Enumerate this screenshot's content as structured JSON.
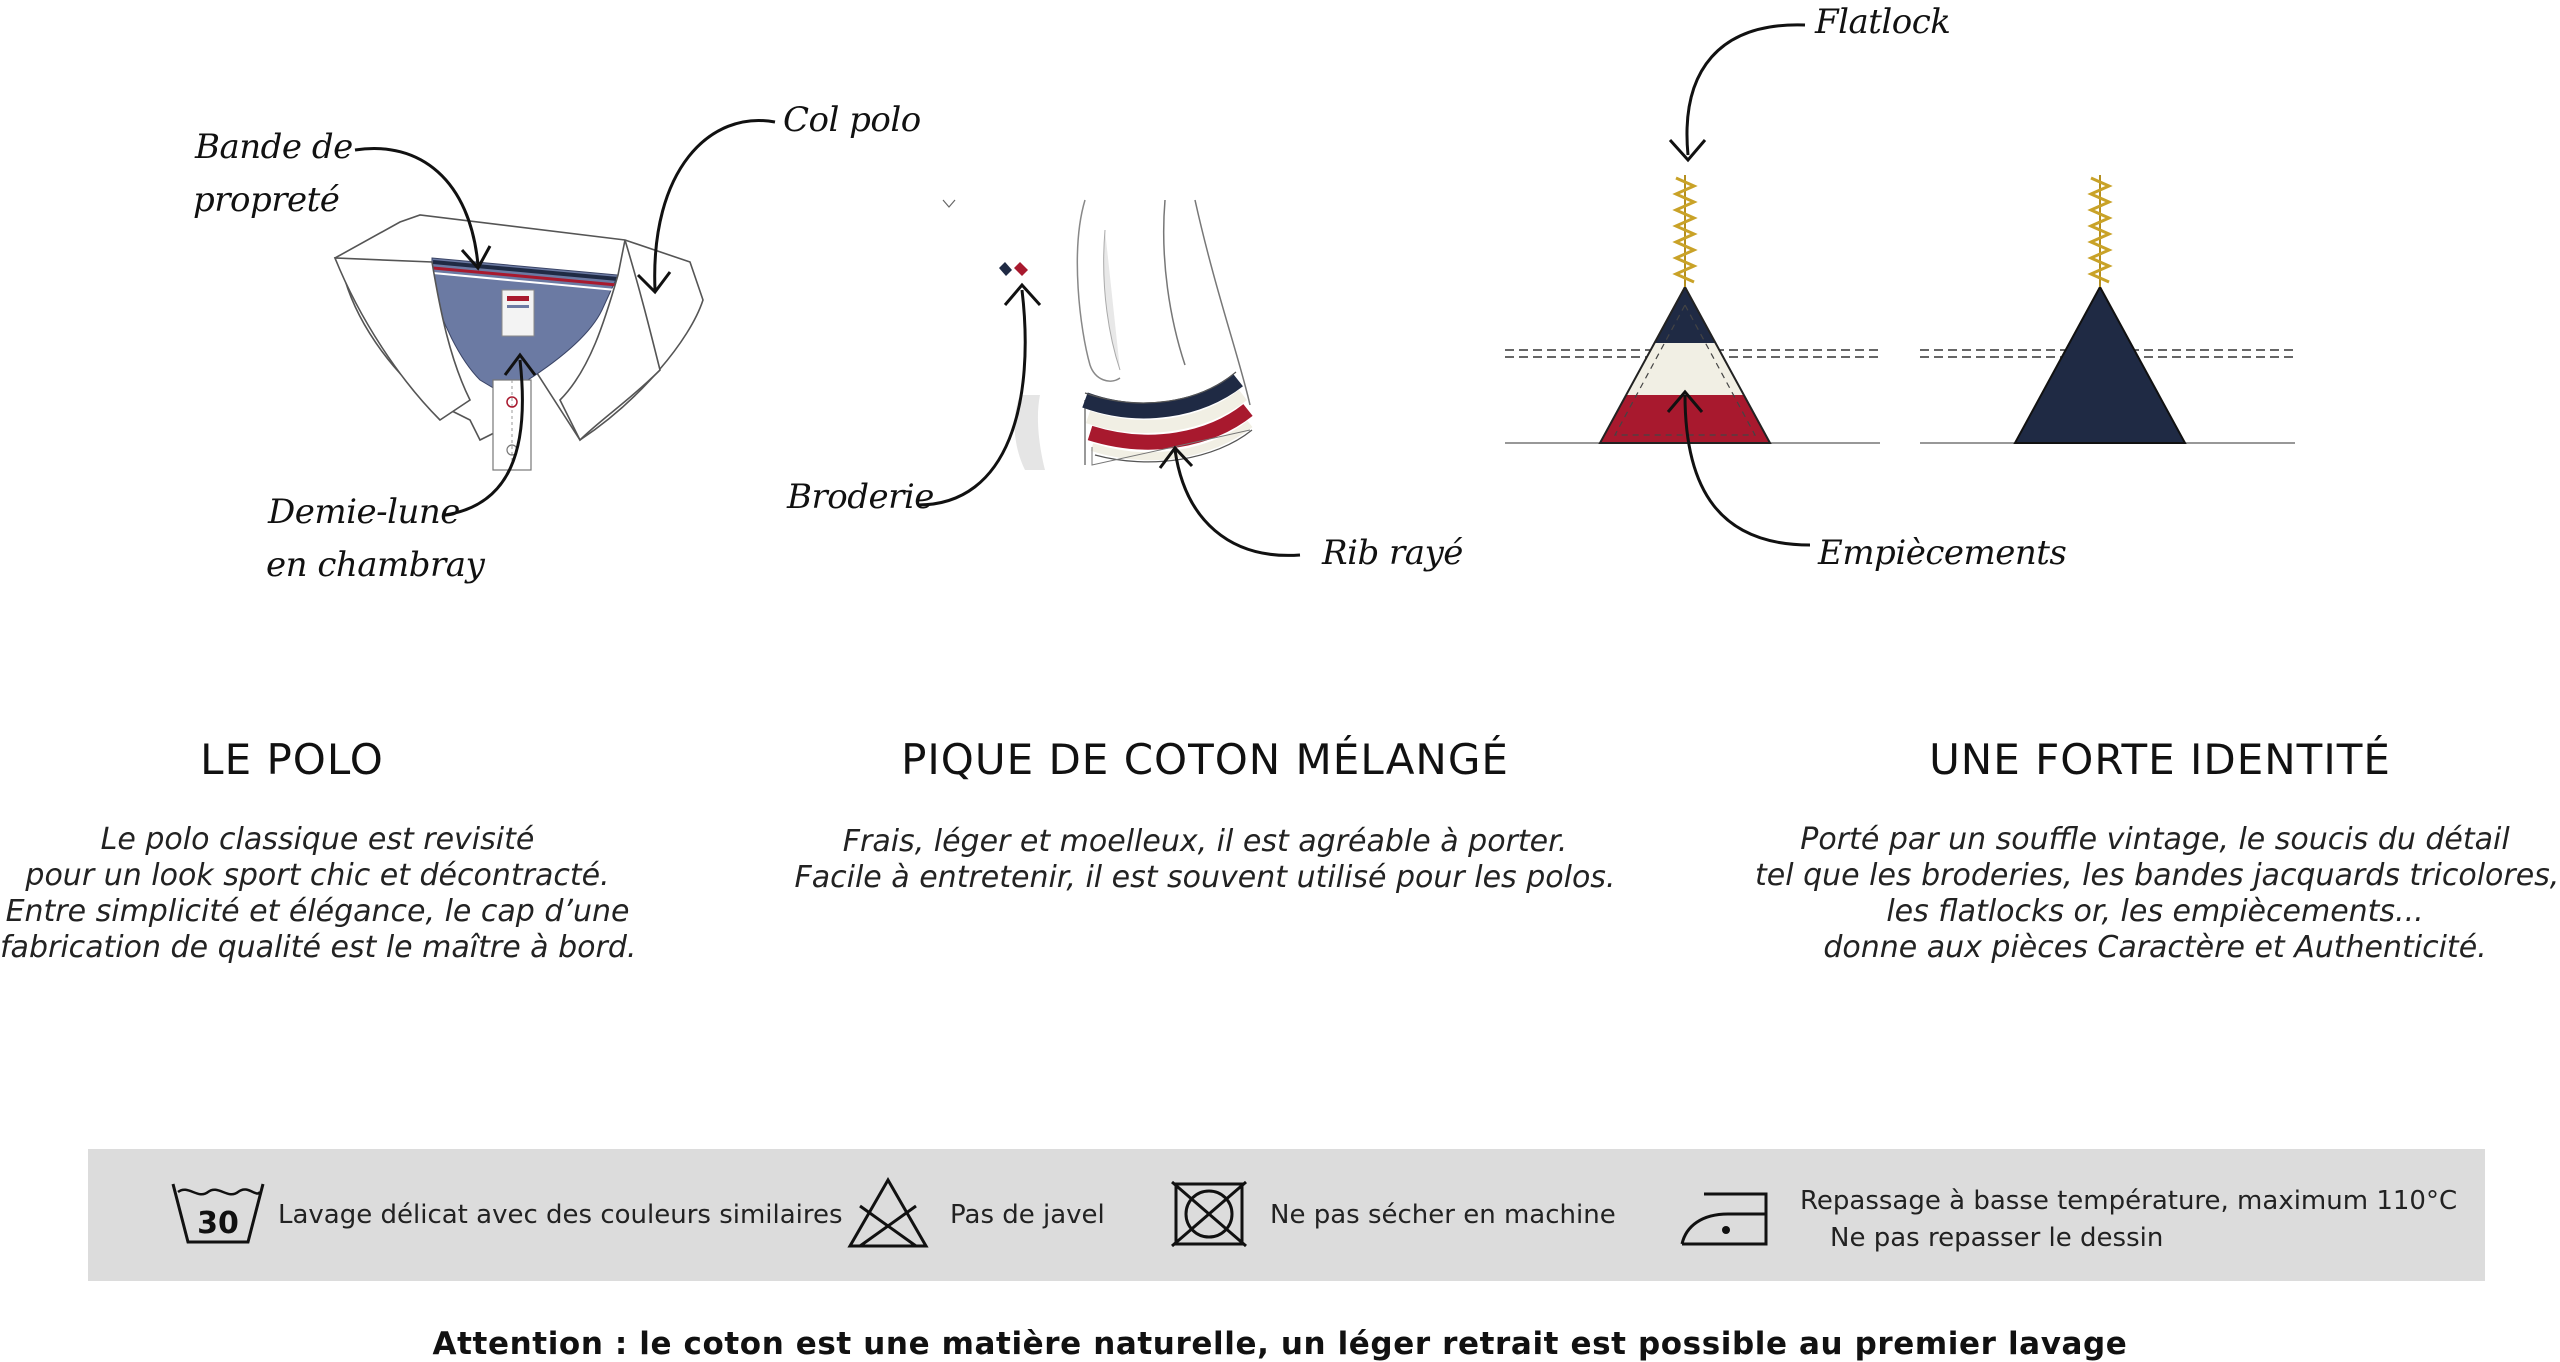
{
  "labels": {
    "bande_line1": "Bande de",
    "bande_line2": "propreté",
    "col_polo": "Col polo",
    "demie_line1": "Demie-lune",
    "demie_line2": "en chambray",
    "broderie": "Broderie",
    "rib_raye": "Rib rayé",
    "flatlock": "Flatlock",
    "empiecements": "Empiècements"
  },
  "sections": [
    {
      "heading": "LE POLO",
      "lines": [
        "Le polo classique est revisité",
        "pour un look sport chic et décontracté.",
        "Entre simplicité et élégance, le cap d’une",
        "fabrication de qualité est le maître à bord."
      ]
    },
    {
      "heading": "PIQUE DE COTON MÉLANGÉ",
      "lines": [
        "Frais, léger et moelleux, il est agréable à porter.",
        "Facile à entretenir, il est souvent utilisé pour les polos."
      ]
    },
    {
      "heading": "UNE FORTE IDENTITÉ",
      "lines": [
        "Porté par un souffle vintage, le soucis du détail",
        "tel que les broderies, les bandes jacquards tricolores,",
        "les flatlocks or, les empiècements...",
        "donne aux pièces Caractère et Authenticité."
      ]
    }
  ],
  "care": {
    "wash_temp": "30",
    "wash_text": "Lavage délicat avec des couleurs similaires",
    "bleach_text": "Pas de javel",
    "dry_text": "Ne pas sécher en machine",
    "iron_line1": "Repassage à basse température, maximum 110°C",
    "iron_line2": "Ne pas repasser le dessin"
  },
  "warning": "Attention : le coton est une matière naturelle, un léger retrait est possible au premier lavage",
  "icons": {
    "wash": "wash-30-icon",
    "bleach": "no-bleach-icon",
    "dry": "no-tumble-dry-icon",
    "iron": "iron-low-icon"
  },
  "colors": {
    "navy": "#1f2a44",
    "red": "#a8192e",
    "cream": "#f1efe4",
    "gold": "#c9a227",
    "chambray": "#6b7aa3",
    "band": "#dcdcdc"
  }
}
